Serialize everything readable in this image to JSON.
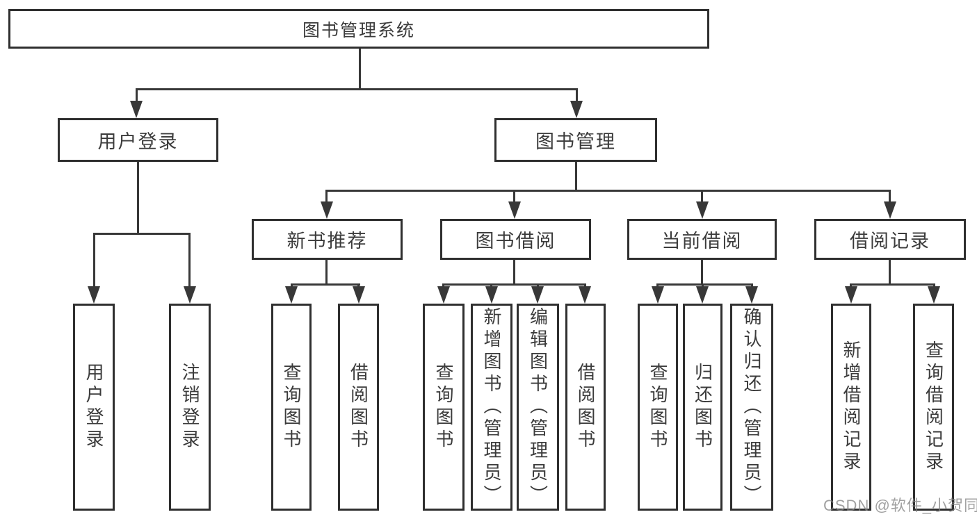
{
  "diagram": {
    "root": {
      "label": "图书管理系统"
    },
    "branches": [
      {
        "label": "用户登录"
      },
      {
        "label": "图书管理"
      }
    ],
    "modules": [
      {
        "label": "新书推荐"
      },
      {
        "label": "图书借阅"
      },
      {
        "label": "当前借阅"
      },
      {
        "label": "借阅记录"
      }
    ],
    "leaves": [
      {
        "label": "用户登录"
      },
      {
        "label": "注销登录"
      },
      {
        "label": "查询图书"
      },
      {
        "label": "借阅图书"
      },
      {
        "label": "查询图书"
      },
      {
        "label": "新增图书（管理员）"
      },
      {
        "label": "编辑图书（管理员）"
      },
      {
        "label": "借阅图书"
      },
      {
        "label": "查询图书"
      },
      {
        "label": "归还图书"
      },
      {
        "label": "确认归还（管理员）"
      },
      {
        "label": "新增借阅记录"
      },
      {
        "label": "查询借阅记录"
      }
    ],
    "watermark": "CSDN @软件_小贺同学",
    "colors": {
      "line": "#383838",
      "border": "#2f2f2f",
      "text": "#3b3b3b",
      "watermark": "#828282",
      "background": "#ffffff"
    }
  }
}
